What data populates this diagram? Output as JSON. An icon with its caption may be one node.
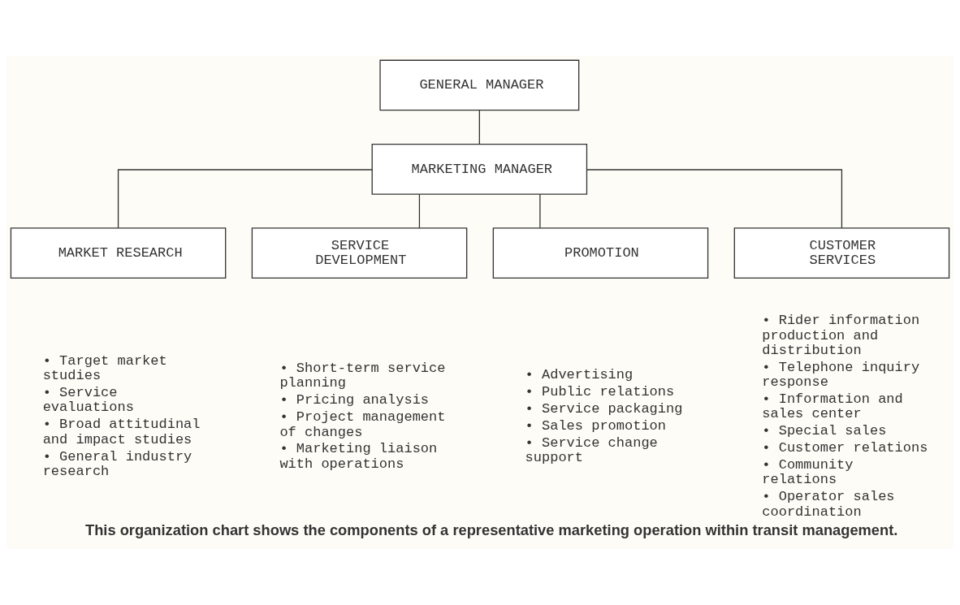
{
  "diagram": {
    "caption": "This organization chart shows the components of a representative marketing operation within transit management.",
    "nodes": [
      {
        "text": [
          "GENERAL MANAGER"
        ]
      },
      {
        "text": [
          "MARKETING MANAGER"
        ]
      },
      {
        "text": [
          "MARKET RESEARCH"
        ],
        "beside": [
          "• Target market studies",
          "• Service evaluations",
          "• Broad attitudinal and impact studies",
          "• General industry research"
        ]
      },
      {
        "text": [
          "SERVICE DEVELOPMENT"
        ],
        "beside": [
          "• Short-term service planning",
          "• Pricing analysis",
          "• Project management of changes",
          "• Marketing liaison with operations"
        ]
      },
      {
        "text": [
          "PROMOTION"
        ],
        "beside": [
          "• Advertising",
          "• Public relations",
          "• Service packaging",
          "• Sales promotion",
          "• Service change support"
        ]
      },
      {
        "text": [
          "CUSTOMER SERVICES"
        ],
        "beside": [
          "• Rider information production and distribution",
          "• Telephone inquiry response",
          "• Information and sales center",
          "• Special sales",
          "• Customer relations",
          "• Community relations",
          "• Operator sales coordination"
        ]
      }
    ],
    "edges": [
      {
        "from": 0,
        "to": 1,
        "arrow": "none"
      },
      {
        "from": 1,
        "to": 2,
        "arrow": "none"
      },
      {
        "from": 1,
        "to": 3,
        "arrow": "none"
      },
      {
        "from": 1,
        "to": 4,
        "arrow": "none"
      },
      {
        "from": 1,
        "to": 5,
        "arrow": "none"
      }
    ]
  }
}
